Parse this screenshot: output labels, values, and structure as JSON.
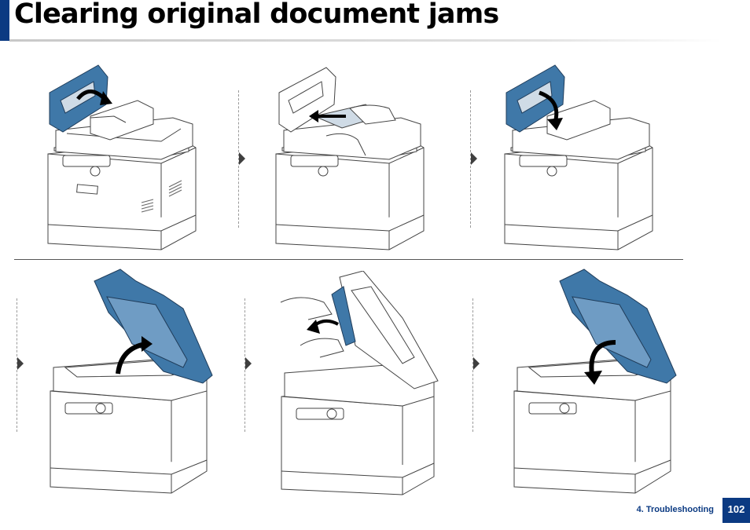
{
  "header": {
    "title": "Clearing original document jams"
  },
  "footer": {
    "section": "4. Troubleshooting",
    "page_number": "102"
  },
  "colors": {
    "accent": "#0b3a82",
    "cover_blue": "#3f78a8"
  },
  "steps": [
    {
      "illustration": "open-feeder-cover"
    },
    {
      "illustration": "remove-jammed-paper-from-feeder"
    },
    {
      "illustration": "close-feeder-cover"
    },
    {
      "illustration": "open-scanner-lid"
    },
    {
      "illustration": "remove-jammed-paper-from-lid"
    },
    {
      "illustration": "close-scanner-lid"
    }
  ]
}
